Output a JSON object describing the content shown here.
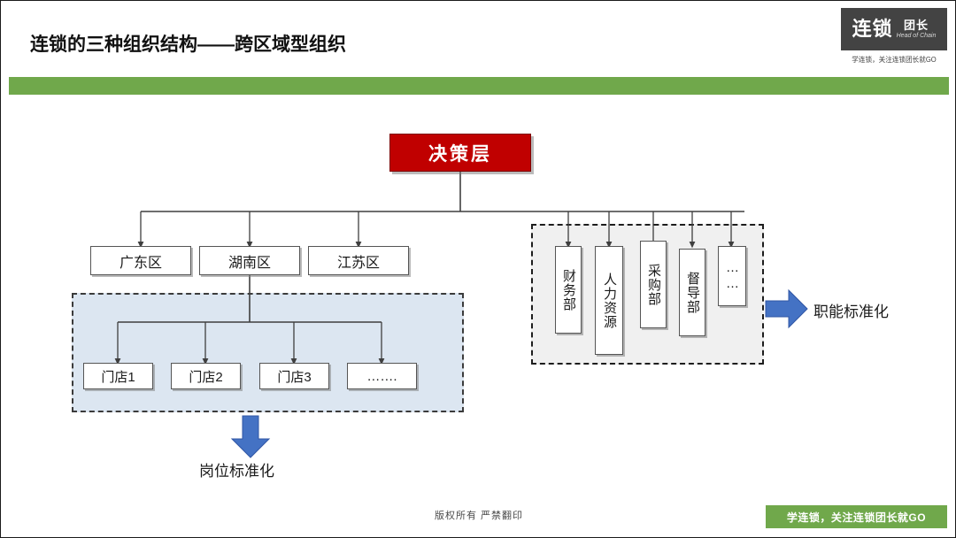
{
  "slide": {
    "title": "连锁的三种组织结构——跨区域型组织",
    "accent_green": "#70A84B",
    "accent_red": "#C00000",
    "accent_blue": "#4472C4",
    "group_store_fill": "#DCE6F1",
    "group_dept_fill": "#F0F0F0"
  },
  "logo": {
    "main": "连锁",
    "sub_cn": "团长",
    "sub_en": "Head of Chain",
    "tagline": "学连锁，关注连锁团长就GO"
  },
  "org_chart": {
    "top_node": {
      "label": "决策层"
    },
    "regions": [
      {
        "label": "广东区"
      },
      {
        "label": "湖南区"
      },
      {
        "label": "江苏区"
      }
    ],
    "stores": [
      {
        "label": "门店1"
      },
      {
        "label": "门店2"
      },
      {
        "label": "门店3"
      },
      {
        "label": "……."
      }
    ],
    "departments": [
      {
        "label": "财务部"
      },
      {
        "label": "人力资源"
      },
      {
        "label": "采购部"
      },
      {
        "label": "督导部"
      },
      {
        "label": "……"
      }
    ],
    "callouts": [
      {
        "id": "dept-callout",
        "label": "职能标准化",
        "direction": "right"
      },
      {
        "id": "store-callout",
        "label": "岗位标准化",
        "direction": "down"
      }
    ]
  },
  "footer": {
    "copyright": "版权所有  严禁翻印",
    "banner": "学连锁，关注连锁团长就GO"
  }
}
